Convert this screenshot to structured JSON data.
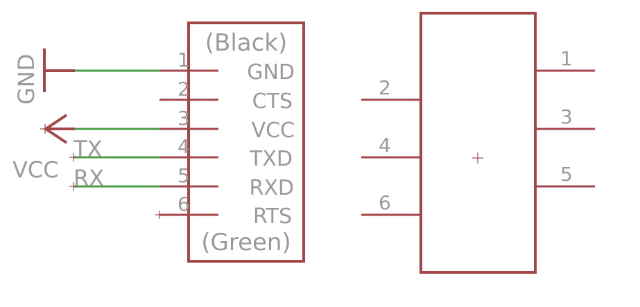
{
  "connector_left": {
    "top_label": "(Black)",
    "bottom_label": "(Green)",
    "pins": [
      {
        "number": "1",
        "name": "GND"
      },
      {
        "number": "2",
        "name": "CTS"
      },
      {
        "number": "3",
        "name": "VCC"
      },
      {
        "number": "4",
        "name": "TXD"
      },
      {
        "number": "5",
        "name": "RXD"
      },
      {
        "number": "6",
        "name": "RTS"
      }
    ]
  },
  "supplies": {
    "gnd_label": "GND",
    "vcc_label": "VCC"
  },
  "net_labels": {
    "tx": "TX",
    "rx": "RX"
  },
  "component_right": {
    "left_pins": [
      "2",
      "4",
      "6"
    ],
    "right_pins": [
      "1",
      "3",
      "5"
    ]
  },
  "colors": {
    "symbol": "#a4474a",
    "net": "#4aa04a",
    "text": "#9a9a9a"
  }
}
